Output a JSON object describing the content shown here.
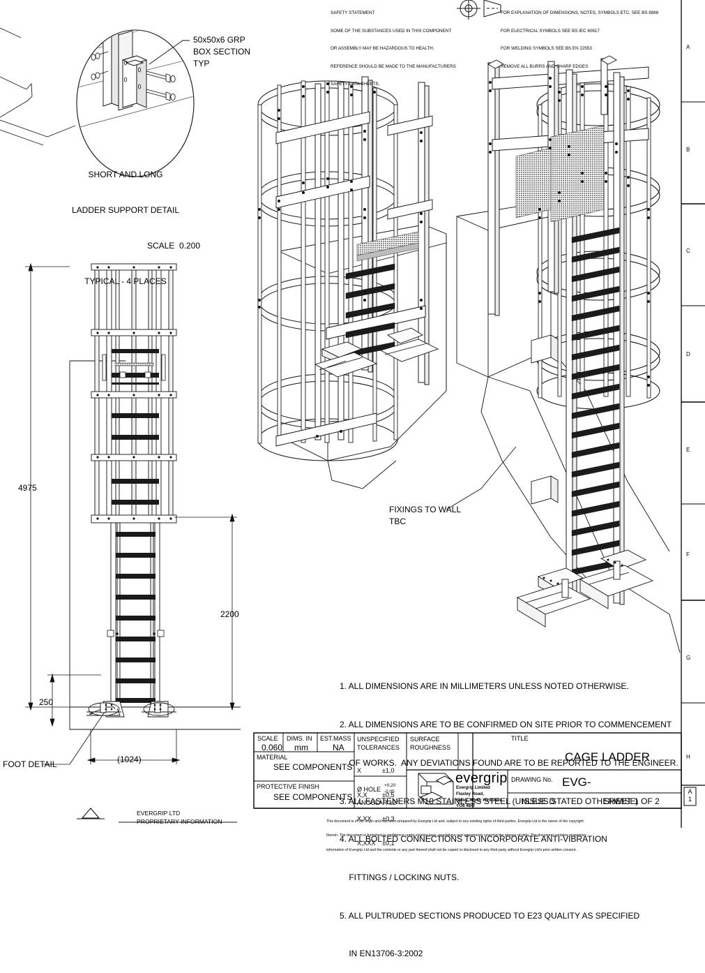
{
  "drawing": {
    "sheet_size": "A1",
    "zone_letters_right": [
      "A",
      "B",
      "C",
      "D",
      "E",
      "F",
      "G",
      "H"
    ]
  },
  "header_notes": {
    "safety_statement": [
      "SAFETY STATEMENT",
      "SOME OF THE SUBSTANCES USED IN THIS COMPONENT",
      "OR ASSEMBLY MAY BE HAZARDOUS TO HEALTH.",
      "REFERENCE SHOULD BE MADE TO THE MANUFACTURERS",
      "SAFETY DATA SHEETS."
    ],
    "standards": [
      "FOR EXPLANATION OF DIMENSIONS, NOTES, SYMBOLS ETC. SEE BS 8888",
      "FOR ELECTRICAL SYMBOLS SEE BS IEC 60617",
      "FOR WELDING SYMBOLS SEE BS EN 22553",
      "REMOVE ALL BURRS AND SHARP EDGES"
    ],
    "projection_symbol": "first-angle-projection-icon"
  },
  "detail_view": {
    "callout_label": "50x50x6 GRP\nBOX SECTION\nTYP",
    "title_lines": [
      "SHORT AND LONG",
      "LADDER SUPPORT DETAIL",
      "SCALE  0.200",
      "TYPICAL - 4 PLACES"
    ]
  },
  "elevation": {
    "dim_overall": "4975",
    "dim_lower": "2200",
    "dim_foot": "250",
    "dim_width": "(1024)",
    "foot_detail_label": "FOOT DETAIL"
  },
  "iso_views": {
    "fixings_note": "FIXINGS TO WALL\nTBC"
  },
  "notes": {
    "items": [
      "1. ALL DIMENSIONS ARE IN MILLIMETERS UNLESS NOTED OTHERWISE.",
      "2. ALL DIMENSIONS ARE TO BE CONFIRMED ON SITE PRIOR TO COMMENCEMENT",
      "    OF WORKS.  ANY DEVIATIONS FOUND ARE TO BE REPORTED TO THE ENGINEER.",
      "3. ALL FASTENERS M10 STAINLESS STEEL (UNLESS STATED OTHERWISE)",
      "4. ALL BOLTED CONNECTIONS TO INCORPORATE ANTI-VIBRATION",
      "    FITTINGS / LOCKING NUTS.",
      "5. ALL PULTRUDED SECTIONS PRODUCED TO E23 QUALITY AS SPECIFIED",
      "    IN EN13706-3:2002"
    ]
  },
  "title_block": {
    "scale_label": "SCALE",
    "scale_value": "0.060",
    "dims_in_label": "DIMS. IN",
    "dims_in_value": "mm",
    "est_mass_label": "EST.MASS",
    "est_mass_value": "NA",
    "unspecified_tolerances_label": "UNSPECIFIED\nTOLERANCES",
    "tolerances": [
      {
        "key": "X",
        "value": "±1,0"
      },
      {
        "key": "X,X",
        "value": "±0,5"
      },
      {
        "key": "X,XX",
        "value": "±0,3"
      },
      {
        "key": "X,XXX",
        "value": "±0,1"
      }
    ],
    "hole_label": "Ø HOLE",
    "hole_plus": "+0,20",
    "hole_minus": "-0,05",
    "angular_label": "ANGULAR ±2°",
    "surface_roughness_label": "SURFACE\nROUGHNESS",
    "material_label": "MATERIAL",
    "material_value": "SEE COMPONENTS",
    "protective_finish_label": "PROTECTIVE FINISH",
    "protective_finish_value": "SEE COMPONENTS",
    "title_label": "TITLE",
    "title_value": "CAGE LADDER",
    "drawing_no_label": "DRAWING No.",
    "drawing_no_value": "EVG-",
    "issue_value": "ISSUE D",
    "sheet_value": "SHEET 1 OF 2",
    "company_logo_name": "evergrip",
    "company_address": [
      "Evergrip Limited",
      "Flaxley Road,",
      "Selby, North Yorkshire",
      "YO8 4BG"
    ],
    "copyright": [
      "This document is of UK origin and has been prepared by Evergrip Ltd and, subject to any existing rights of third parties, Evergrip Ltd is the owner of the copyright",
      "therein. The document is furnished in confidence under existing laws, regulations and agreements covering the release of data. The document contains proprietary",
      "information of Evergrip Ltd and the contents or any part thereof shall not be copied or disclosed to any third party without Evergrip Ltd's prior written consent."
    ]
  },
  "footer": {
    "company": "EVERGRIP LTD",
    "proprietary": "PROPRIETARY INFORMATION",
    "triangle_icon": "triangle-icon"
  },
  "colors": {
    "line": "#000000",
    "fill_light": "#f2f2f2",
    "mesh": "#2b2b2b",
    "rung": "#1a1a1a"
  }
}
